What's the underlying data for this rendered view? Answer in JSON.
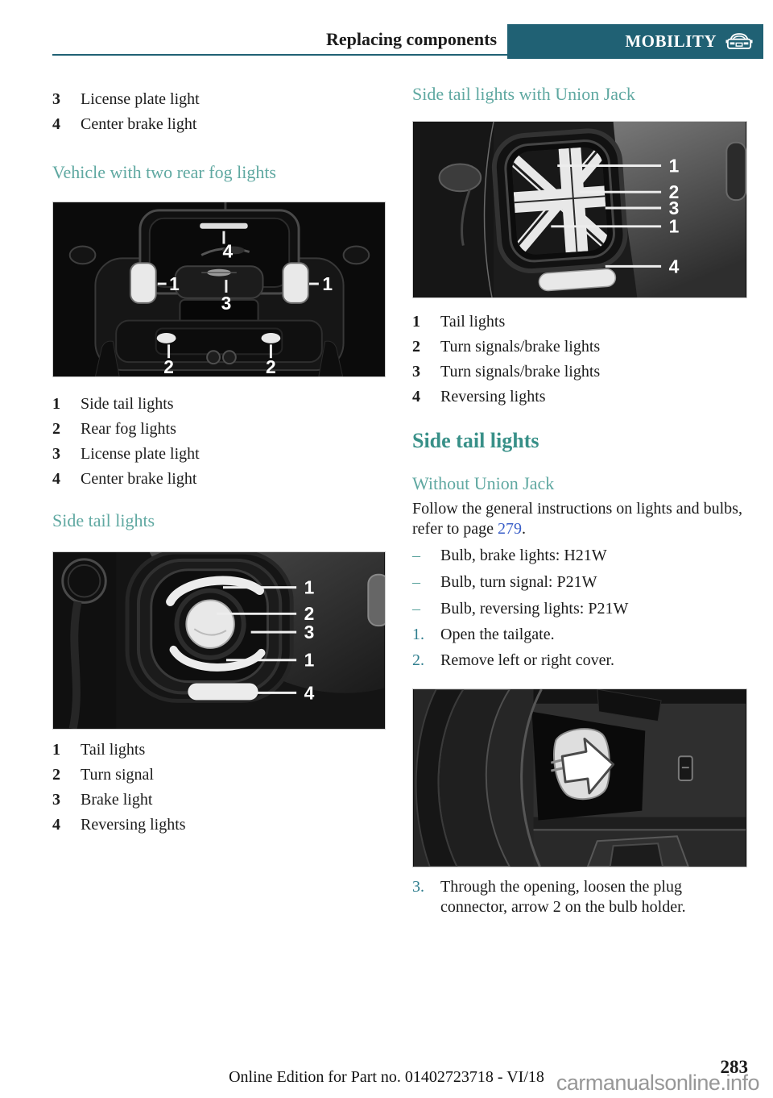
{
  "header": {
    "section_title": "Replacing components",
    "chapter": "MOBILITY"
  },
  "left": {
    "list_top": [
      {
        "num": "3",
        "text": "License plate light"
      },
      {
        "num": "4",
        "text": "Center brake light"
      }
    ],
    "heading_fog": "Vehicle with two rear fog lights",
    "fig_rear_callouts": [
      "4",
      "1",
      "1",
      "3",
      "2",
      "2"
    ],
    "list_rear": [
      {
        "num": "1",
        "text": "Side tail lights"
      },
      {
        "num": "2",
        "text": "Rear fog lights"
      },
      {
        "num": "3",
        "text": "License plate light"
      },
      {
        "num": "4",
        "text": "Center brake light"
      }
    ],
    "heading_side": "Side tail lights",
    "fig_side_callouts": [
      "1",
      "2",
      "3",
      "1",
      "4"
    ],
    "list_side": [
      {
        "num": "1",
        "text": "Tail lights"
      },
      {
        "num": "2",
        "text": "Turn signal"
      },
      {
        "num": "3",
        "text": "Brake light"
      },
      {
        "num": "4",
        "text": "Reversing lights"
      }
    ]
  },
  "right": {
    "heading_union": "Side tail lights with Union Jack",
    "fig_union_callouts": [
      "1",
      "2",
      "3",
      "1",
      "4"
    ],
    "list_union": [
      {
        "num": "1",
        "text": "Tail lights"
      },
      {
        "num": "2",
        "text": "Turn signals/brake lights"
      },
      {
        "num": "3",
        "text": "Turn signals/brake lights"
      },
      {
        "num": "4",
        "text": "Reversing lights"
      }
    ],
    "section_heading": "Side tail lights",
    "subheading": "Without Union Jack",
    "intro": {
      "before": "Follow the general instructions on lights and bulbs, refer to page ",
      "link": "279",
      "after": "."
    },
    "bullets": [
      {
        "dash": "–",
        "text": "Bulb, brake lights: H21W"
      },
      {
        "dash": "–",
        "text": "Bulb, turn signal: P21W"
      },
      {
        "dash": "–",
        "text": "Bulb, reversing lights: P21W"
      }
    ],
    "steps": [
      {
        "num": "1.",
        "text": "Open the tailgate."
      },
      {
        "num": "2.",
        "text": "Remove left or right cover."
      }
    ],
    "step3": {
      "num": "3.",
      "text": "Through the opening, loosen the plug connector, arrow 2 on the bulb holder."
    }
  },
  "footer": {
    "edition": "Online Edition for Part no. 01402723718 - VI/18",
    "page": "283",
    "watermark": "carmanualsonline.info"
  },
  "colors": {
    "chapter_box_teal": "#206174",
    "heading_teal": "#5fa8a1",
    "section_heading_teal": "#389088",
    "step_number_teal": "#2f7e8e",
    "bullet_dash_teal": "#55a09a",
    "page_link_blue": "#3a5fc8",
    "watermark_gray": "#919191"
  }
}
